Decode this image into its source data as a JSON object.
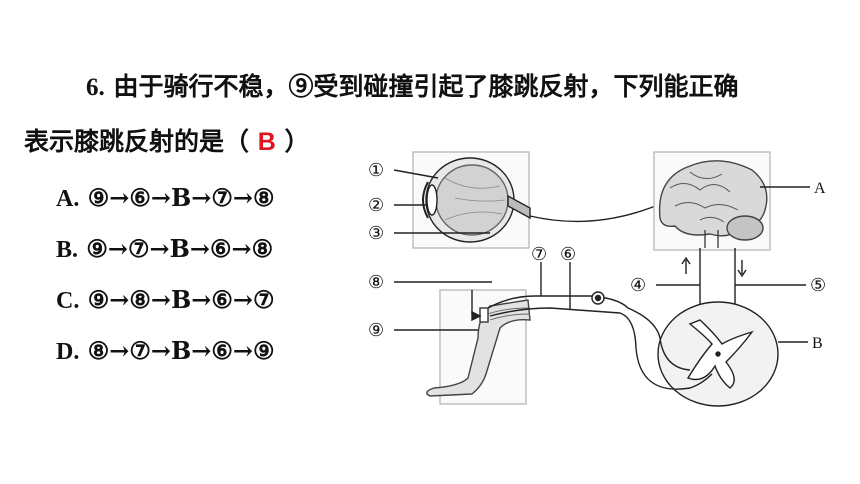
{
  "question": {
    "number": "6.",
    "line1": "由于骑行不稳，⑨受到碰撞引起了膝跳反射，下列能正确",
    "line2_prefix": "表示膝跳反射的是（",
    "answer": "B",
    "line2_suffix": "）"
  },
  "options": [
    {
      "letter": "A.",
      "text": "⑨→⑥→B→⑦→⑧"
    },
    {
      "letter": "B.",
      "text": "⑨→⑦→B→⑥→⑧"
    },
    {
      "letter": "C.",
      "text": "⑨→⑧→B→⑥→⑦"
    },
    {
      "letter": "D.",
      "text": "⑧→⑦→B→⑥→⑨"
    }
  ],
  "diagram": {
    "labels": {
      "l1": "①",
      "l2": "②",
      "l3": "③",
      "l4": "④",
      "l5": "⑤",
      "l6": "⑥",
      "l7": "⑦",
      "l8": "⑧",
      "l9": "⑨",
      "A": "A",
      "B": "B"
    },
    "colors": {
      "line": "#222222",
      "answer": "#e0141e"
    }
  }
}
